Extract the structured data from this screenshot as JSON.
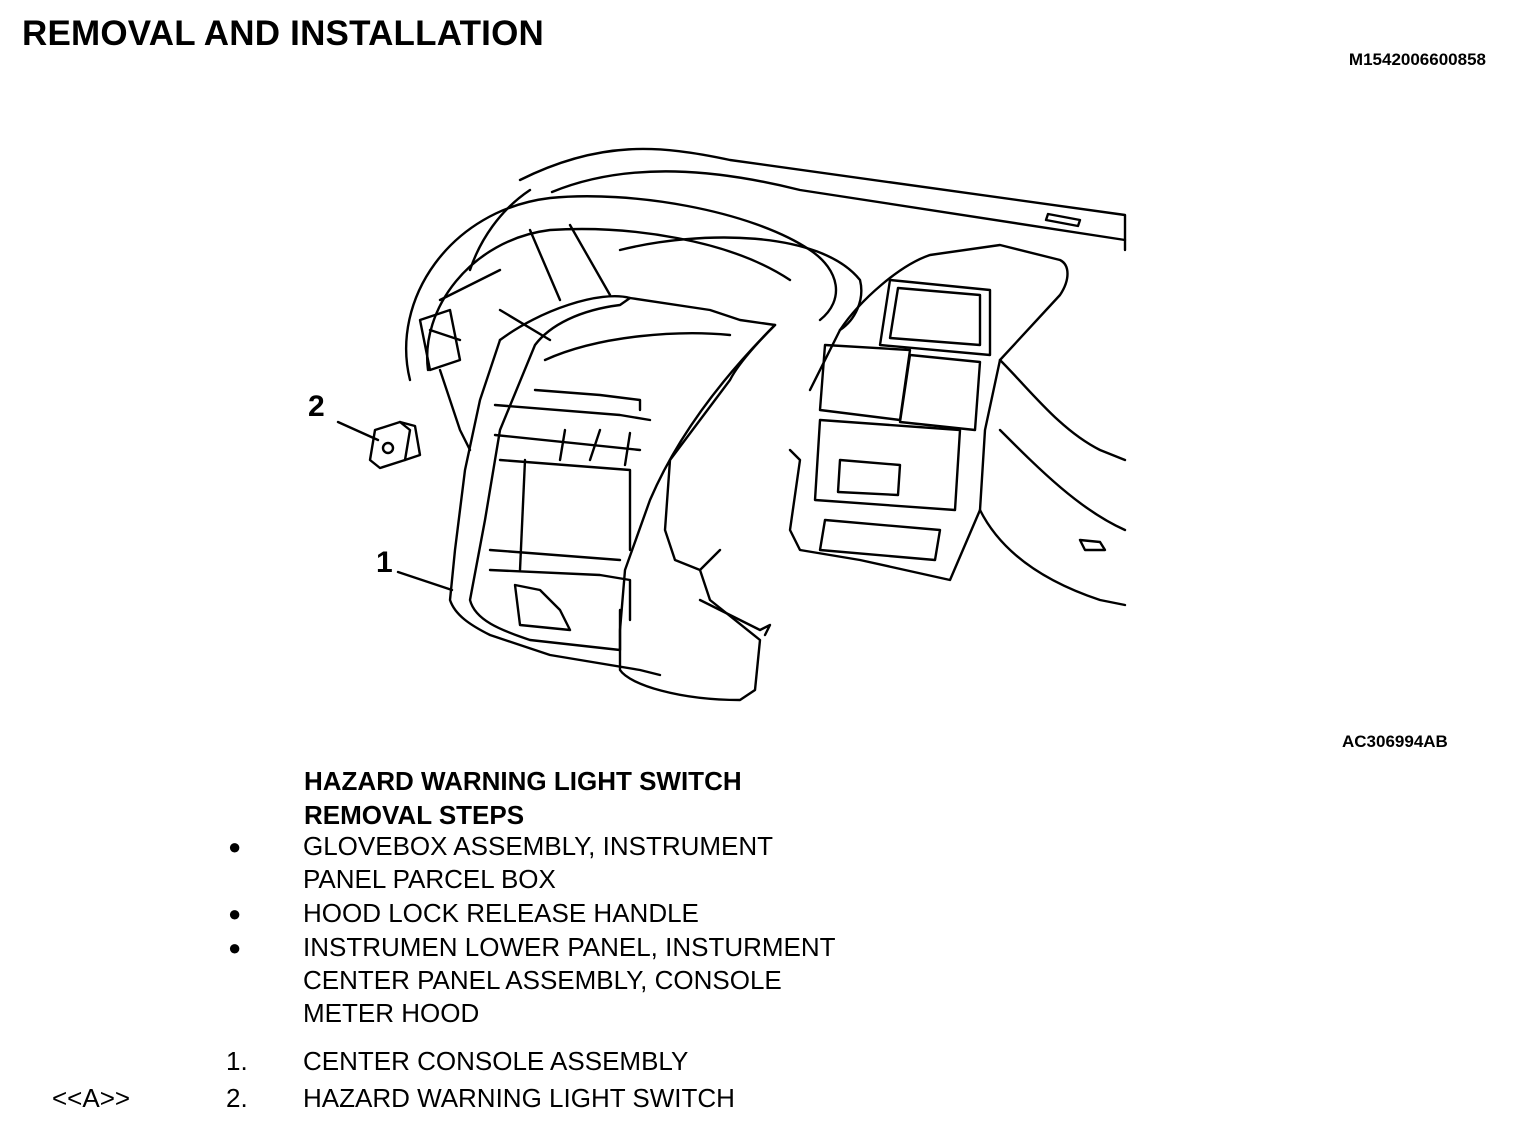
{
  "header": {
    "title": "REMOVAL AND INSTALLATION",
    "doc_id": "M1542006600858"
  },
  "figure": {
    "figure_id": "AC306994AB",
    "callouts": [
      "1",
      "2"
    ]
  },
  "procedure": {
    "title_line1": "HAZARD WARNING LIGHT SWITCH",
    "title_line2": "REMOVAL STEPS",
    "prereq_steps": [
      {
        "bullet": "●",
        "line1": "GLOVEBOX ASSEMBLY, INSTRUMENT",
        "line2": "PANEL PARCEL BOX"
      },
      {
        "bullet": "●",
        "line1": "HOOD LOCK RELEASE HANDLE"
      },
      {
        "bullet": "●",
        "line1": "INSTRUMEN LOWER PANEL, INSTURMENT",
        "line2": "CENTER PANEL ASSEMBLY, CONSOLE",
        "line3": "METER HOOD"
      }
    ],
    "numbered_steps": [
      {
        "number": "1.",
        "text": "CENTER CONSOLE ASSEMBLY",
        "ref": ""
      },
      {
        "number": "2.",
        "text": "HAZARD WARNING LIGHT SWITCH",
        "ref": "<<A>>"
      }
    ]
  }
}
